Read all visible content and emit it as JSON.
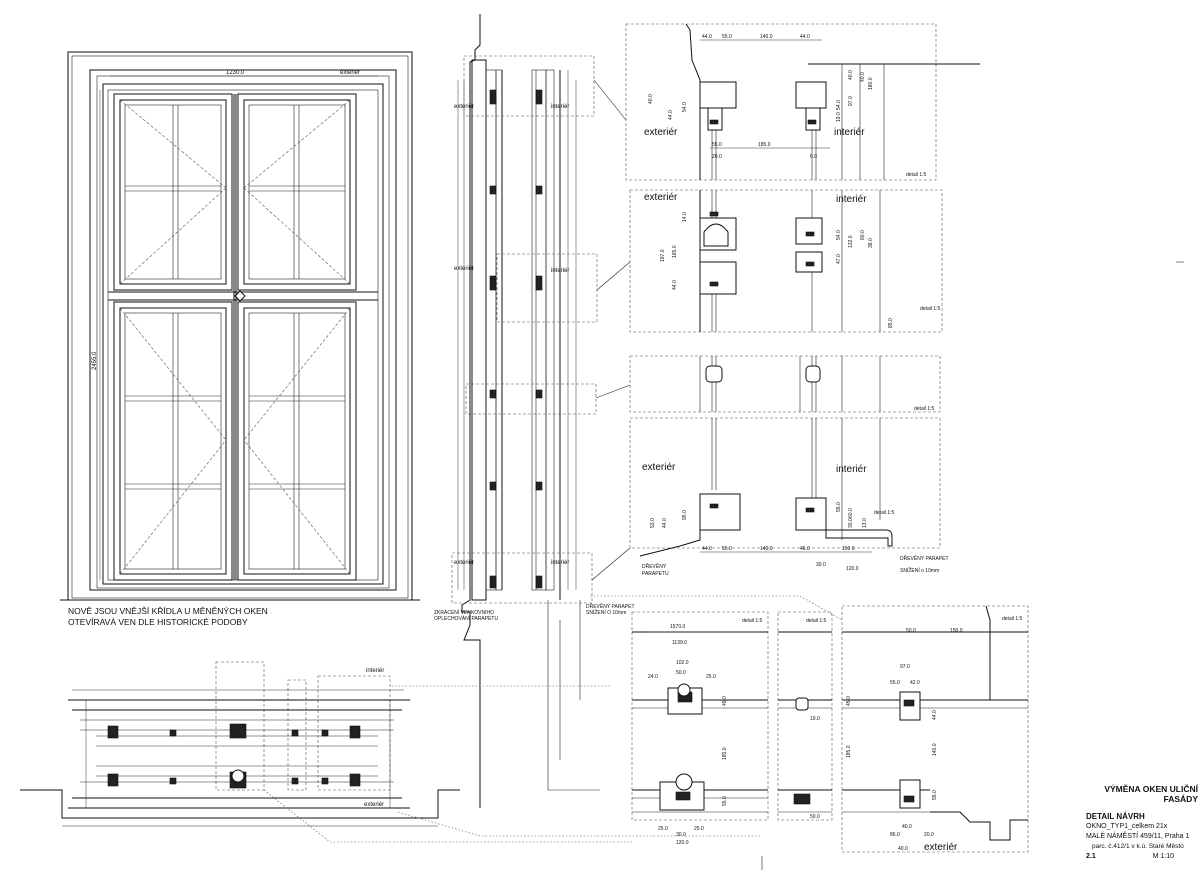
{
  "elevation": {
    "dim_width": "1230.0",
    "dim_height": "2455.0",
    "label_exterior": "exteriér",
    "note_line1": "NOVĚ JSOU VNĚJŠÍ KŘÍDLA U MĚNĚNÝCH OKEN",
    "note_line2": "OTEVÍRAVÁ VEN  DLE HISTORICKÉ PODOBY"
  },
  "section": {
    "label_exterior": "exteriér",
    "label_interior": "interiér",
    "note_bottom_left_1": "ZKRÁCENÍ VENKOVNÍHO",
    "note_bottom_left_2": "OPLECHOVÁNÍ PARAPETU",
    "note_bottom_right_1": "DŘEVĚNÝ PARAPET",
    "note_bottom_right_2": "SNÍŽENÍ O 10mm"
  },
  "details": {
    "d1": {
      "exterior": "exteriér",
      "interior": "interiér",
      "scale": "detail 1:5",
      "dims_top": [
        "44.0",
        "55.0",
        "140.0",
        "44.0"
      ],
      "dims_bottom": [
        "185.0",
        "55.0",
        "20.0",
        "6.0"
      ],
      "dims_side": [
        "40.0",
        "44.0",
        "54.0",
        "40.0",
        "54.0",
        "97.0",
        "19.0",
        "180.0",
        "40.0"
      ]
    },
    "d2": {
      "exterior": "exteriér",
      "interior": "interiér",
      "scale": "detail 1:5",
      "dims_side": [
        "197.0",
        "165.0",
        "44.0",
        "14.0",
        "132.0",
        "38.0",
        "47.0",
        "54.0",
        "80.0",
        "85.0"
      ]
    },
    "d3": {
      "scale": "detail 1:5"
    },
    "d4": {
      "exterior": "exteriér",
      "interior": "interiér",
      "scale": "detail 1:5",
      "dims_bottom": [
        "44.0",
        "55.0",
        "140.0",
        "46.0",
        "150.0",
        "30.0",
        "120.0"
      ],
      "dims_side": [
        "53.0",
        "44.0",
        "95.0",
        "55.0",
        "60.0",
        "30.0",
        "13.0"
      ],
      "note_left_1": "DŘEVĚNÝ",
      "note_left_2": "PARAPETU",
      "note_right_1": "DŘEVĚNÝ PARAPET",
      "note_right_2": "SNÍŽENÍ o 10mm"
    },
    "d5": {
      "scale": "detail 1:5",
      "dims": [
        "1570.0",
        "1139.0",
        "102.0",
        "50.0",
        "24.0",
        "25.0",
        "45.0",
        "185.0",
        "55.0",
        "25.0",
        "30.0",
        "25.0",
        "120.0"
      ]
    },
    "d6": {
      "scale": "detail 1:5",
      "dims": [
        "19.0",
        "50.0"
      ]
    },
    "d7": {
      "scale": "detail 1:5",
      "exterior": "exteriér",
      "dims": [
        "50.0",
        "150.0",
        "97.0",
        "55.0",
        "42.0",
        "45.0",
        "185.0",
        "140.0",
        "44.0",
        "55.0",
        "86.0",
        "20.0",
        "40.0",
        "40.0"
      ]
    }
  },
  "plan": {
    "label_interior": "interiér",
    "label_exterior": "exteriér"
  },
  "title_block": {
    "title_line1": "VÝMĚNA OKEN ULIČNÍ",
    "title_line2": "FASÁDY",
    "subtitle": "DETAIL NÁVRH",
    "file": "OKNO_TYP1_celkem 21x",
    "address": "MALÉ NÁMĚSTÍ  459/11, Praha 1",
    "parcel": "parc. č.412/1 v k.ú.  Staré Město",
    "sheet_no": "2.1",
    "scale": "M 1:10"
  }
}
